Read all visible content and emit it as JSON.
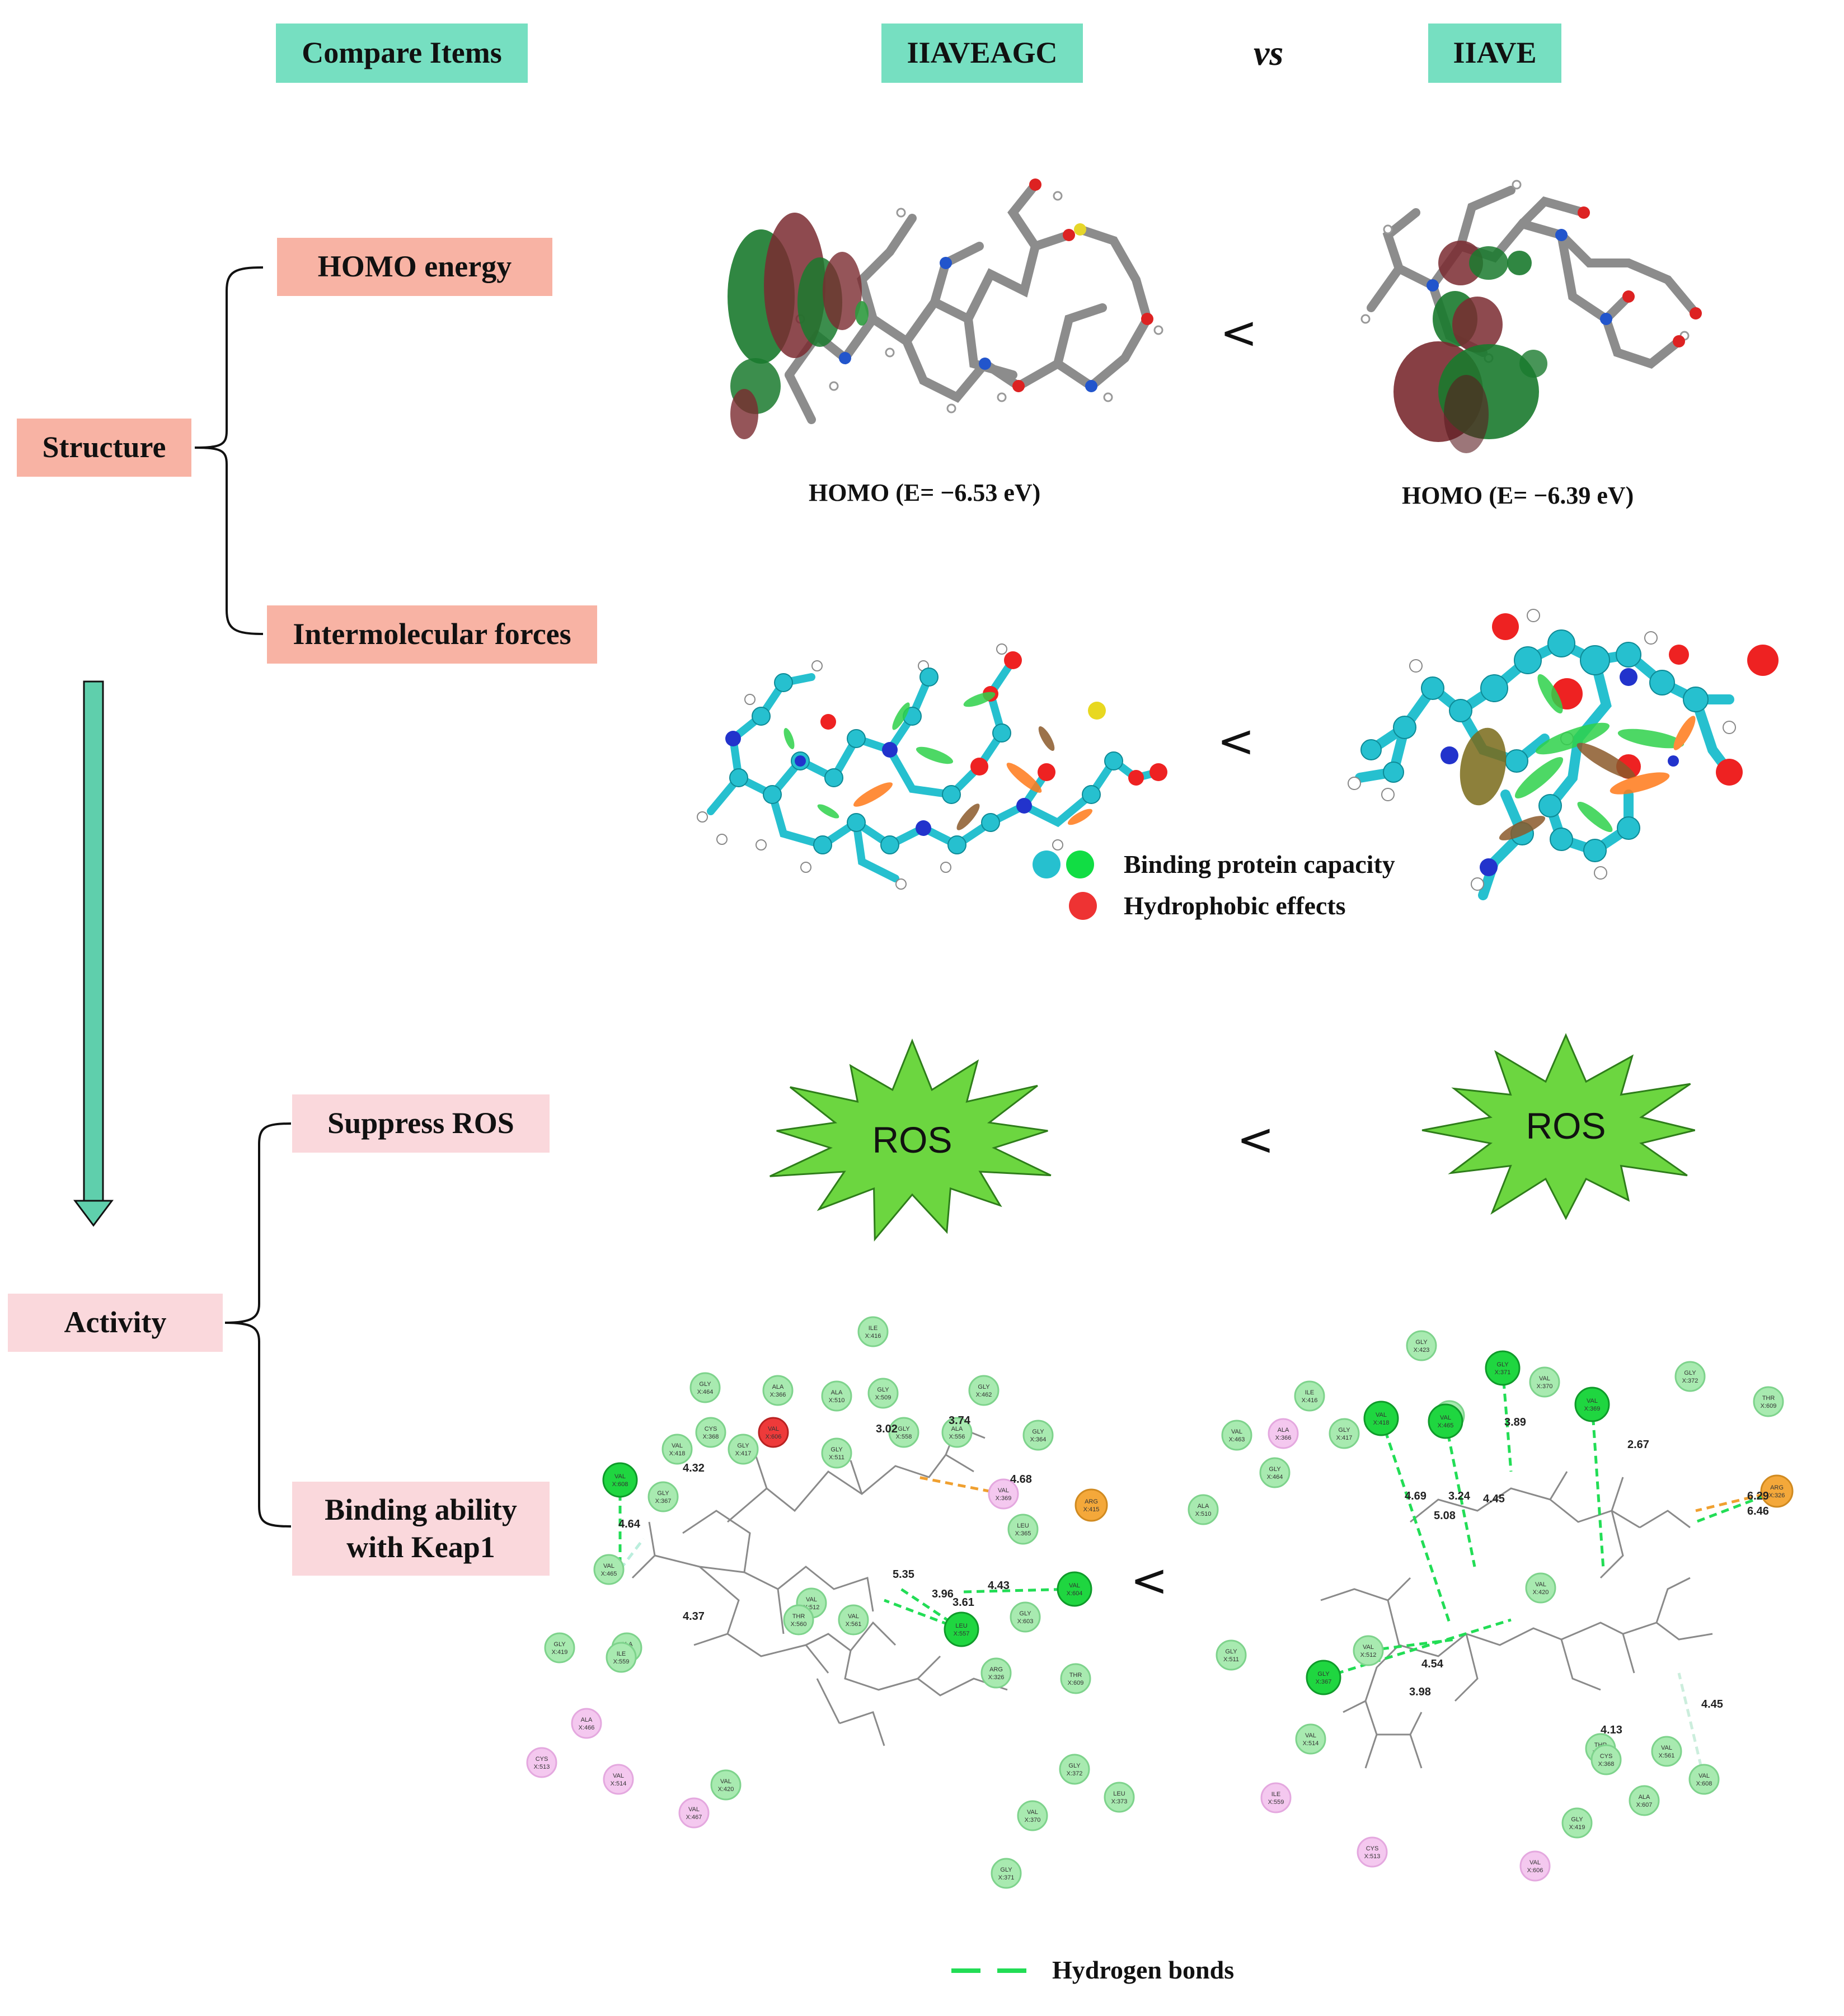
{
  "header": {
    "compare_items": "Compare Items",
    "peptide_a": "IIAVEAGC",
    "vs": "vs",
    "peptide_b": "IIAVE"
  },
  "sections": {
    "structure": "Structure",
    "homo_energy": "HOMO energy",
    "intermolecular_forces": "Intermolecular forces",
    "activity": "Activity",
    "suppress_ros": "Suppress ROS",
    "binding_line1": "Binding ability",
    "binding_line2": "with Keap1"
  },
  "homo": {
    "a_caption": "HOMO (E= −6.53 eV)",
    "b_caption": "HOMO (E= −6.39 eV)"
  },
  "comparison_symbol": "<",
  "legend": {
    "binding_protein": "Binding protein capacity",
    "hydrophobic": "Hydrophobic effects",
    "hydrogen_bonds": "Hydrogen bonds"
  },
  "ros_label": "ROS",
  "colors": {
    "teal_box": "#76dfc1",
    "salmon_box": "#f8b3a4",
    "pink_box": "#fad8dc",
    "arrow": "#5fcfac",
    "star": "#6cd640",
    "hbond": "#22dd55",
    "cyan_atom": "#26c0cf",
    "green_atom": "#11dd44",
    "red_atom": "#ee3333"
  },
  "docking_a": {
    "residues": [
      {
        "name": "ILE",
        "num": "X:416",
        "type": "vdw"
      },
      {
        "name": "GLY",
        "num": "X:464",
        "type": "vdw"
      },
      {
        "name": "ALA",
        "num": "X:366",
        "type": "vdw"
      },
      {
        "name": "ALA",
        "num": "X:510",
        "type": "vdw"
      },
      {
        "name": "GLY",
        "num": "X:509",
        "type": "vdw"
      },
      {
        "name": "GLY",
        "num": "X:462",
        "type": "vdw"
      },
      {
        "name": "CYS",
        "num": "X:368",
        "type": "vdw"
      },
      {
        "name": "VAL",
        "num": "X:606",
        "type": "unfav"
      },
      {
        "name": "GLY",
        "num": "X:558",
        "type": "vdw"
      },
      {
        "name": "ALA",
        "num": "X:556",
        "type": "vdw"
      },
      {
        "name": "GLY",
        "num": "X:364",
        "type": "vdw"
      },
      {
        "name": "VAL",
        "num": "X:418",
        "type": "vdw"
      },
      {
        "name": "GLY",
        "num": "X:417",
        "type": "vdw"
      },
      {
        "name": "GLY",
        "num": "X:511",
        "type": "vdw"
      },
      {
        "name": "VAL",
        "num": "X:608",
        "type": "hbond"
      },
      {
        "name": "GLY",
        "num": "X:367",
        "type": "vdw"
      },
      {
        "name": "VAL",
        "num": "X:369",
        "type": "alkyl"
      },
      {
        "name": "ARG",
        "num": "X:415",
        "type": "arg"
      },
      {
        "name": "LEU",
        "num": "X:365",
        "type": "vdw"
      },
      {
        "name": "VAL",
        "num": "X:465",
        "type": "vdw"
      },
      {
        "name": "VAL",
        "num": "X:604",
        "type": "hbond"
      },
      {
        "name": "VAL",
        "num": "X:512",
        "type": "vdw"
      },
      {
        "name": "THR",
        "num": "X:560",
        "type": "vdw"
      },
      {
        "name": "VAL",
        "num": "X:561",
        "type": "vdw"
      },
      {
        "name": "GLY",
        "num": "X:603",
        "type": "vdw"
      },
      {
        "name": "LEU",
        "num": "X:557",
        "type": "hbond"
      },
      {
        "name": "GLY",
        "num": "X:419",
        "type": "vdw"
      },
      {
        "name": "ALA",
        "num": "X:607",
        "type": "vdw"
      },
      {
        "name": "ILE",
        "num": "X:559",
        "type": "vdw"
      },
      {
        "name": "ARG",
        "num": "X:326",
        "type": "vdw"
      },
      {
        "name": "THR",
        "num": "X:609",
        "type": "vdw"
      },
      {
        "name": "ALA",
        "num": "X:466",
        "type": "alkyl"
      },
      {
        "name": "CYS",
        "num": "X:513",
        "type": "alkyl"
      },
      {
        "name": "VAL",
        "num": "X:514",
        "type": "alkyl"
      },
      {
        "name": "VAL",
        "num": "X:420",
        "type": "vdw"
      },
      {
        "name": "VAL",
        "num": "X:467",
        "type": "alkyl"
      },
      {
        "name": "GLY",
        "num": "X:372",
        "type": "vdw"
      },
      {
        "name": "VAL",
        "num": "X:370",
        "type": "vdw"
      },
      {
        "name": "LEU",
        "num": "X:373",
        "type": "vdw"
      },
      {
        "name": "GLY",
        "num": "X:371",
        "type": "vdw"
      }
    ],
    "distances": [
      "3.02",
      "3.74",
      "4.32",
      "4.64",
      "4.68",
      "5.35",
      "4.43",
      "3.96",
      "3.61",
      "4.37"
    ]
  },
  "docking_b": {
    "residues": [
      {
        "name": "GLY",
        "num": "X:423",
        "type": "vdw"
      },
      {
        "name": "GLY",
        "num": "X:371",
        "type": "hbond"
      },
      {
        "name": "VAL",
        "num": "X:370",
        "type": "vdw"
      },
      {
        "name": "GLY",
        "num": "X:372",
        "type": "vdw"
      },
      {
        "name": "ILE",
        "num": "X:416",
        "type": "vdw"
      },
      {
        "name": "ALA",
        "num": "X:466",
        "type": "vdw"
      },
      {
        "name": "VAL",
        "num": "X:369",
        "type": "hbond"
      },
      {
        "name": "THR",
        "num": "X:609",
        "type": "vdw"
      },
      {
        "name": "VAL",
        "num": "X:418",
        "type": "hbond"
      },
      {
        "name": "VAL",
        "num": "X:465",
        "type": "hbond"
      },
      {
        "name": "VAL",
        "num": "X:463",
        "type": "vdw"
      },
      {
        "name": "ALA",
        "num": "X:366",
        "type": "alkyl"
      },
      {
        "name": "GLY",
        "num": "X:417",
        "type": "vdw"
      },
      {
        "name": "ARG",
        "num": "X:326",
        "type": "arg"
      },
      {
        "name": "GLY",
        "num": "X:464",
        "type": "vdw"
      },
      {
        "name": "ALA",
        "num": "X:510",
        "type": "vdw"
      },
      {
        "name": "VAL",
        "num": "X:420",
        "type": "vdw"
      },
      {
        "name": "GLY",
        "num": "X:511",
        "type": "vdw"
      },
      {
        "name": "VAL",
        "num": "X:512",
        "type": "vdw"
      },
      {
        "name": "GLY",
        "num": "X:367",
        "type": "hbond"
      },
      {
        "name": "VAL",
        "num": "X:514",
        "type": "vdw"
      },
      {
        "name": "THR",
        "num": "X:560",
        "type": "vdw"
      },
      {
        "name": "CYS",
        "num": "X:368",
        "type": "vdw"
      },
      {
        "name": "VAL",
        "num": "X:561",
        "type": "vdw"
      },
      {
        "name": "VAL",
        "num": "X:608",
        "type": "vdw"
      },
      {
        "name": "ILE",
        "num": "X:559",
        "type": "alkyl"
      },
      {
        "name": "ALA",
        "num": "X:607",
        "type": "vdw"
      },
      {
        "name": "GLY",
        "num": "X:419",
        "type": "vdw"
      },
      {
        "name": "CYS",
        "num": "X:513",
        "type": "alkyl"
      },
      {
        "name": "VAL",
        "num": "X:606",
        "type": "alkyl"
      }
    ],
    "distances": [
      "3.89",
      "2.67",
      "4.69",
      "3.24",
      "4.45",
      "5.08",
      "6.29",
      "6.46",
      "4.54",
      "3.98",
      "4.13",
      "4.45"
    ]
  }
}
